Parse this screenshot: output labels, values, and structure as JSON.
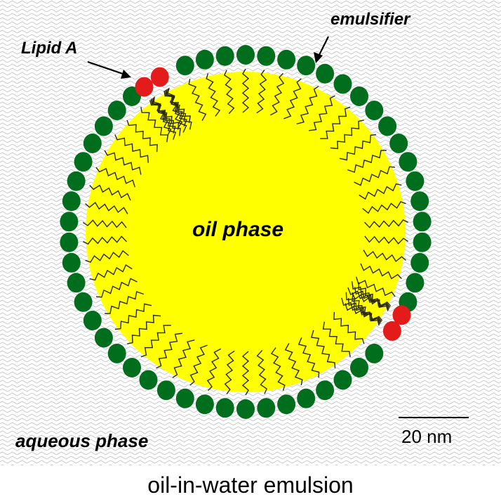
{
  "labels": {
    "emulsifier": "emulsifier",
    "lipid_a": "Lipid A",
    "oil_phase": "oil phase",
    "aqueous_phase": "aqueous phase",
    "scale_bar": "20 nm",
    "caption": "oil-in-water emulsion"
  },
  "colors": {
    "oil": "#ffff00",
    "emulsifier_head": "#006e1c",
    "lipid_a_head": "#e31b1b",
    "water_texture": "#c2c2c2",
    "tail": "#2a2a10"
  }
}
